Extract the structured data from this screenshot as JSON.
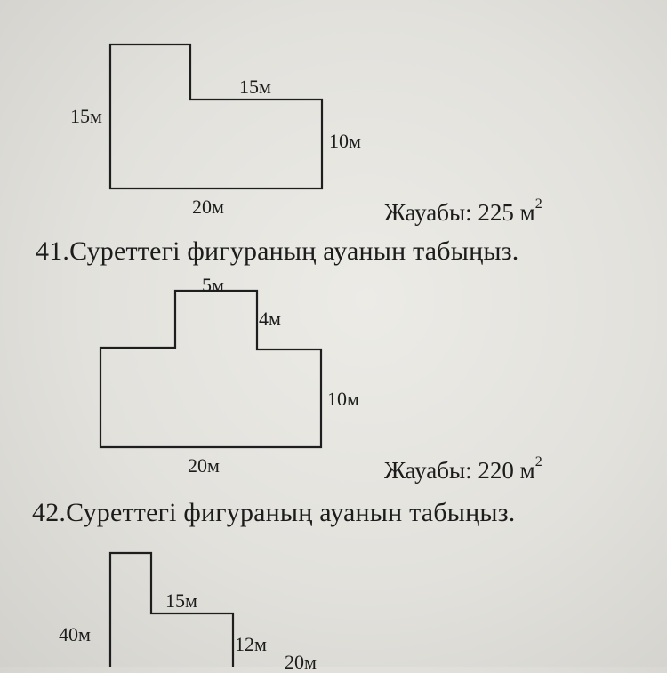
{
  "figure1": {
    "labels": {
      "left": "15м",
      "top": "15м",
      "right": "10м",
      "bottom": "20м"
    },
    "answer_text": "Жауабы: 225 м",
    "answer_sup": "2"
  },
  "task41": "41.Суреттегі фигураның ауанын табыңыз.",
  "figure2": {
    "labels": {
      "top": "5м",
      "step": "4м",
      "right": "10м",
      "bottom": "20м"
    },
    "answer_text": "Жауабы: 220 м",
    "answer_sup": "2"
  },
  "task42": "42.Суреттегі фигураның ауанын табыңыз.",
  "figure3": {
    "labels": {
      "left": "40м",
      "top": "15м",
      "step": "12м",
      "right": "20м"
    }
  }
}
